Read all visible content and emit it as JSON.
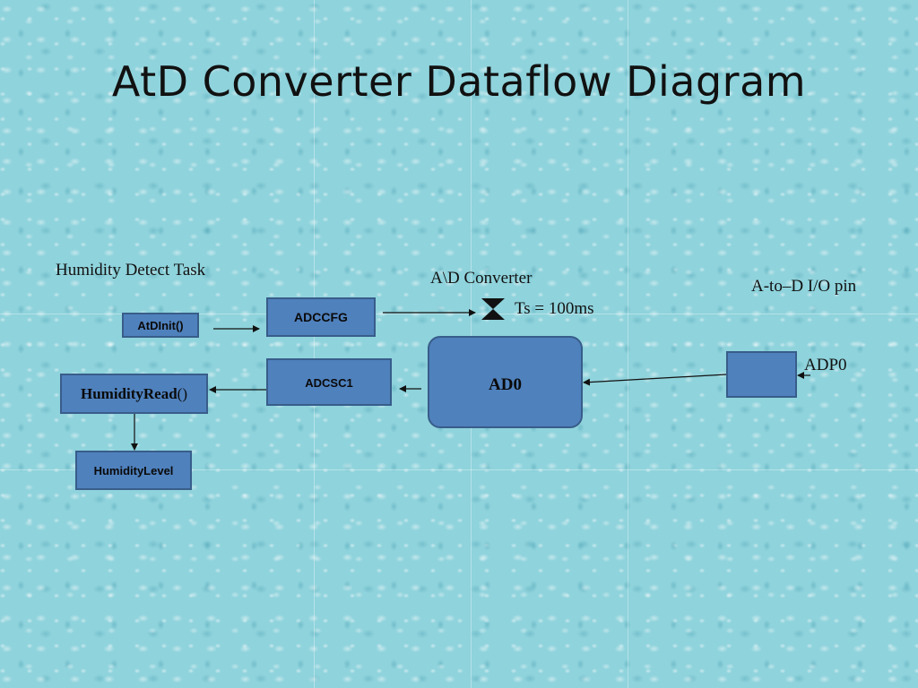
{
  "title": "AtD Converter Dataflow Diagram",
  "labels": {
    "humidity_task": "Humidity Detect Task",
    "ad_converter": "A\\D Converter",
    "io_pin": "A-to–D I/O pin",
    "sample_time": "Ts = 100ms",
    "adp0": "ADP0"
  },
  "nodes": {
    "atdinit": "AtDInit()",
    "adccfg": "ADCCFG",
    "adcsc1": "ADCSC1",
    "humidity_read_bold": "HumidityRead",
    "humidity_read_parens": "()",
    "humidity_level": "HumidityLevel",
    "ad0": "AD0"
  },
  "colors": {
    "node_fill": "#4f81bd",
    "node_border": "#385d8a",
    "background": "#8fd3dc"
  }
}
